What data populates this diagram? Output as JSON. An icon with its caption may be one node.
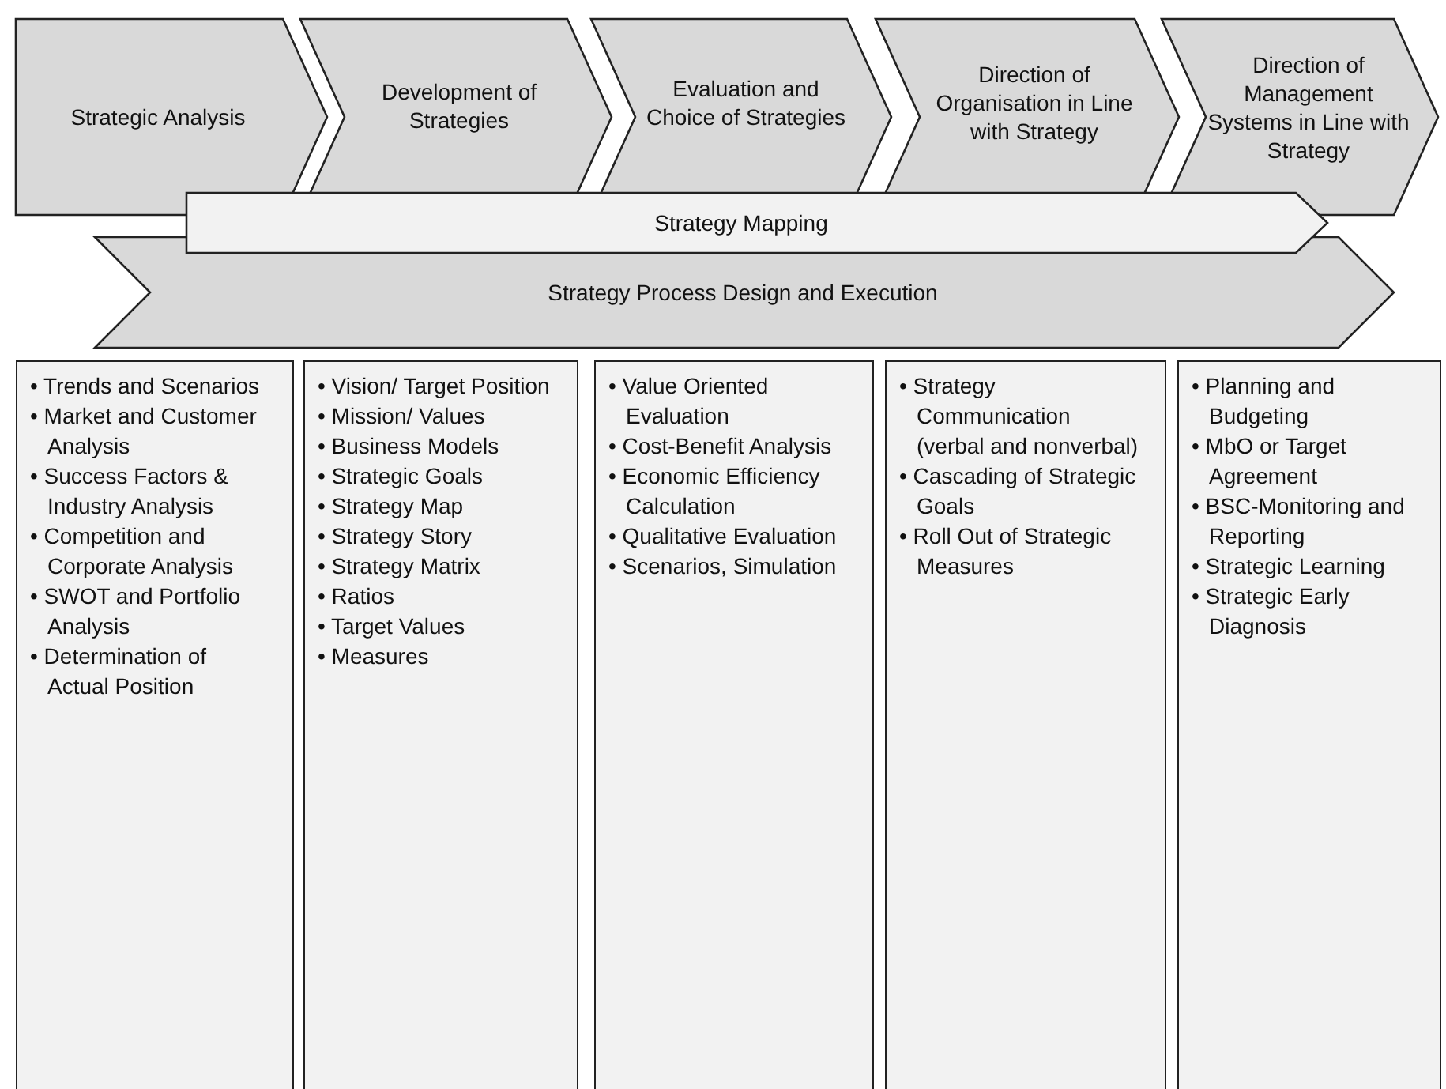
{
  "diagram": {
    "nodes": [
      {
        "text": [
          "Strategic Analysis"
        ]
      },
      {
        "text": [
          "Development of Strategies"
        ]
      },
      {
        "text": [
          "Evaluation and Choice of Strategies"
        ]
      },
      {
        "text": [
          "Direction of Organisation in Line with Strategy"
        ]
      },
      {
        "text": [
          "Direction of Management Systems in Line with Strategy"
        ]
      },
      {
        "text": [
          "Strategy Mapping"
        ]
      },
      {
        "text": [
          "Strategy Process Design and Execution"
        ]
      },
      {
        "text": [
          "• Trends and Scenarios",
          "• Market and Customer Analysis",
          "• Success Factors & Industry Analysis",
          "• Competition and Corporate Analysis",
          "• SWOT and Portfolio Analysis",
          "• Determination of Actual Position"
        ]
      },
      {
        "text": [
          "• Vision/ Target Position",
          "• Mission/ Values",
          "• Business Models",
          "• Strategic Goals",
          "• Strategy Map",
          "• Strategy Story",
          "• Strategy Matrix",
          "• Ratios",
          "• Target Values",
          "• Measures"
        ]
      },
      {
        "text": [
          "• Value Oriented Evaluation",
          "• Cost-Benefit Analysis",
          "• Economic Efficiency Calculation",
          "• Qualitative Evaluation",
          "• Scenarios, Simulation"
        ]
      },
      {
        "text": [
          "• Strategy Communication (verbal and nonverbal)",
          "• Cascading of Strategic Goals",
          "• Roll Out of Strategic Measures"
        ]
      },
      {
        "text": [
          "• Planning and Budgeting",
          "• MbO or Target Agreement",
          "• BSC-Monitoring and Reporting",
          "• Strategic Learning",
          "• Strategic Early Diagnosis"
        ]
      }
    ],
    "edges": []
  }
}
